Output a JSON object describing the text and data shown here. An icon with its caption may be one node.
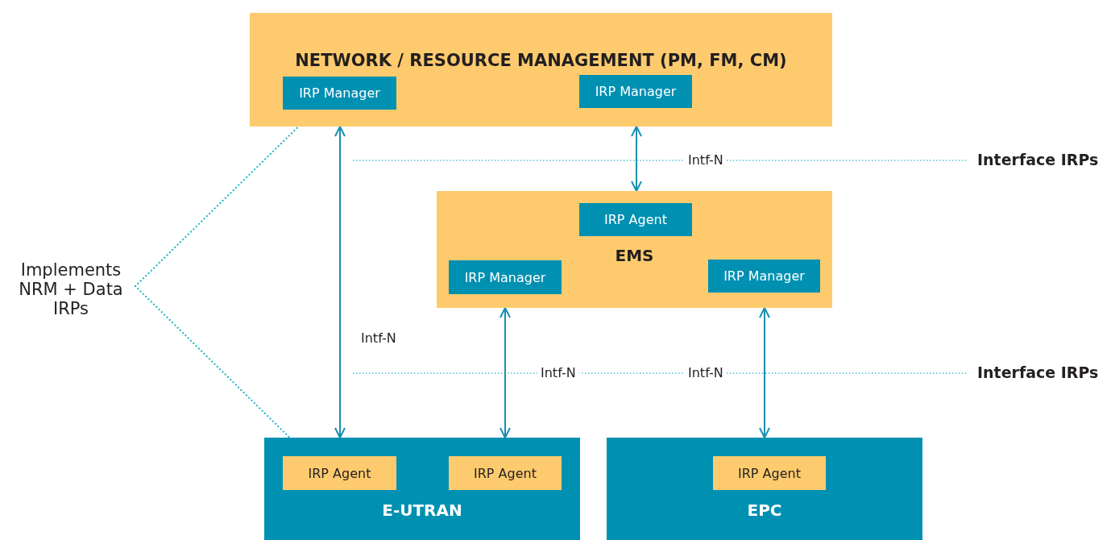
{
  "diagram": {
    "nodes": [
      {
        "text": [
          "NETWORK / RESOURCE MANAGEMENT (PM, FM, CM)"
        ]
      },
      {
        "text": [
          "IRP Manager"
        ],
        "in": 0
      },
      {
        "text": [
          "IRP Manager"
        ],
        "in": 0
      },
      {
        "text": [
          "EMS"
        ]
      },
      {
        "text": [
          "IRP Agent"
        ],
        "in": 3
      },
      {
        "text": [
          "IRP Manager"
        ],
        "in": 3
      },
      {
        "text": [
          "IRP Manager"
        ],
        "in": 3
      },
      {
        "text": [
          "E-UTRAN"
        ]
      },
      {
        "text": [
          "IRP Agent"
        ],
        "in": 7
      },
      {
        "text": [
          "IRP Agent"
        ],
        "in": 7
      },
      {
        "text": [
          "EPC"
        ]
      },
      {
        "text": [
          "IRP Agent"
        ],
        "in": 10
      },
      {
        "text": [
          "Implements NRM + Data IRPs"
        ]
      }
    ],
    "edges": [
      {
        "from": 0,
        "to": 7,
        "arrow": "both",
        "label": "Intf-N"
      },
      {
        "from": 0,
        "to": 3,
        "arrow": "both"
      },
      {
        "from": 3,
        "to": 7,
        "arrow": "both"
      },
      {
        "from": 3,
        "to": 10,
        "arrow": "both"
      },
      {
        "from": 12,
        "to": 1,
        "arrow": "none",
        "style": "dashed",
        "color": "#1fb3c8"
      },
      {
        "from": 12,
        "to": 8,
        "arrow": "none",
        "style": "dashed",
        "color": "#1fb3c8"
      }
    ],
    "labels": [
      "Intf-N",
      "Interface IRPs",
      "Intf-N",
      "Intf-N",
      "Interface IRPs"
    ]
  }
}
